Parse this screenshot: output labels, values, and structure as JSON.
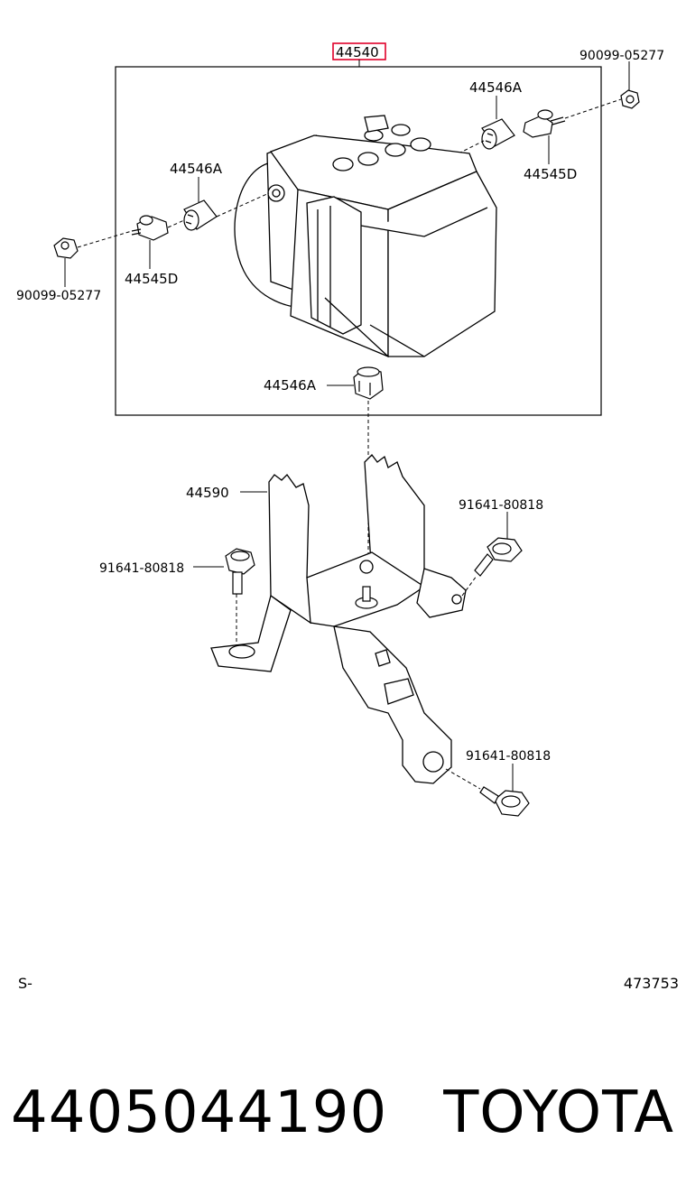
{
  "diagram": {
    "main_part": "44540",
    "labels": {
      "nut_top_right": "90099-05277",
      "cushion_top_right": "44546A",
      "stud_top_right": "44545D",
      "cushion_left": "44546A",
      "stud_left": "44545D",
      "nut_left": "90099-05277",
      "cushion_bottom": "44546A",
      "bracket": "44590",
      "bolt_right_upper": "91641-80818",
      "bolt_left": "91641-80818",
      "bolt_right_lower": "91641-80818"
    },
    "code_left": "S-",
    "code_right": "473753"
  },
  "footer": {
    "part_number": "4405044190",
    "brand": "TOYOTA"
  },
  "colors": {
    "highlight": "#e0002a",
    "line": "#000000"
  }
}
